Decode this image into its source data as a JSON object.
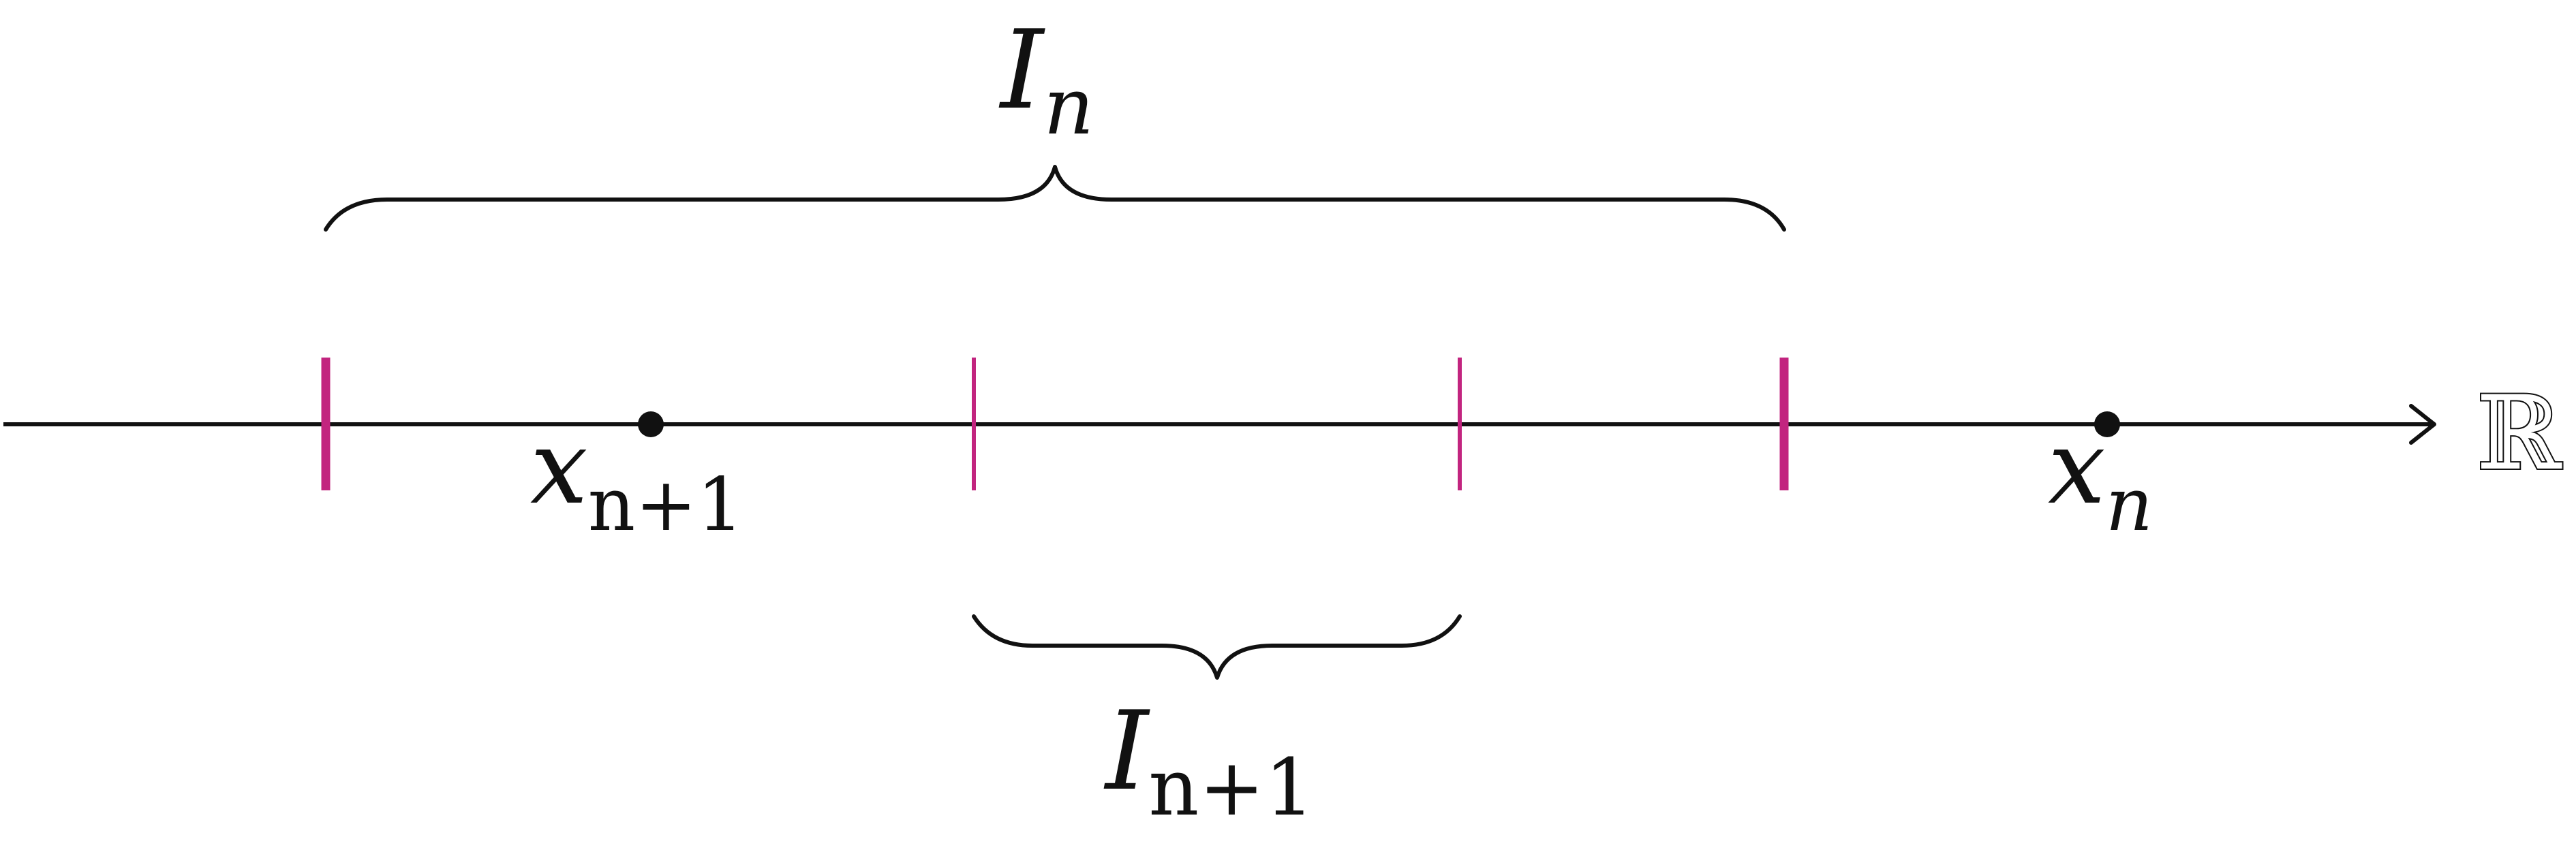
{
  "axis": {
    "label": "ℝ"
  },
  "points": [
    {
      "main": "x",
      "sub": "n+1"
    },
    {
      "main": "x",
      "sub": "n"
    }
  ],
  "intervals": {
    "outer": {
      "main": "I",
      "sub": "n"
    },
    "inner": {
      "main": "I",
      "sub": "n+1"
    }
  },
  "colors": {
    "ink": "#111111",
    "tick": "#C2247F"
  }
}
